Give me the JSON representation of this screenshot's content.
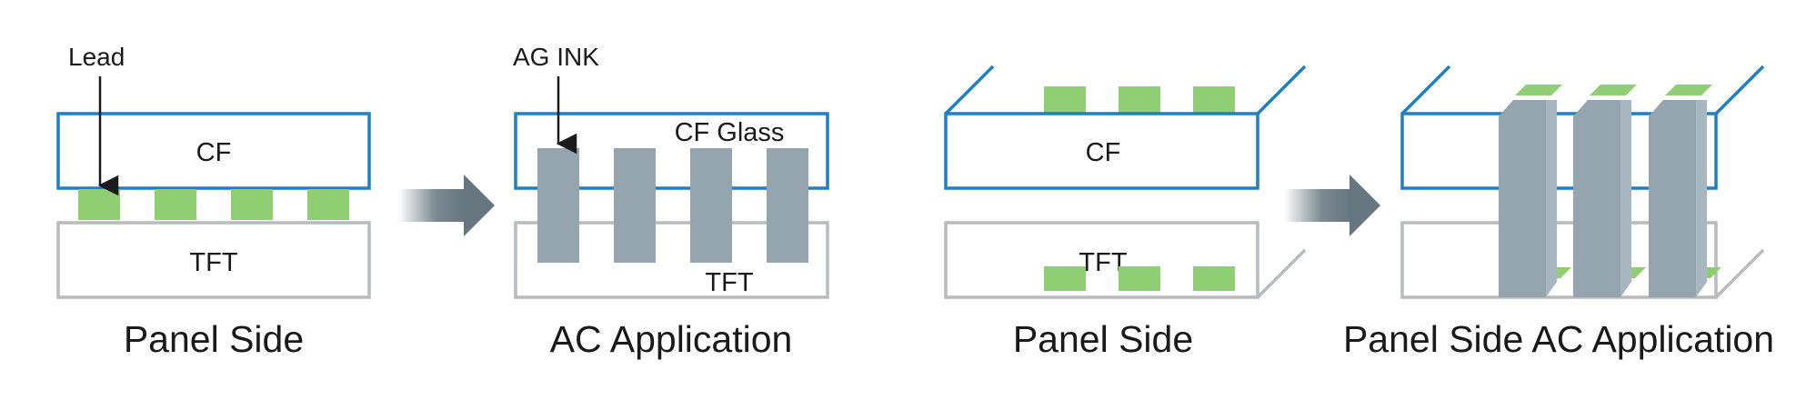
{
  "colors": {
    "cf_border": "#1f7fc1",
    "tft_border": "#b7bbbe",
    "lead_fill": "#8fce72",
    "ink_fill": "#94a5b0",
    "arrow_fill": "#65767f",
    "text": "#1a1a1a"
  },
  "panels": [
    {
      "caption": "Panel Side",
      "cf_label": "CF",
      "tft_label": "TFT",
      "callout": "Lead"
    },
    {
      "caption": "AC Application",
      "cf_label": "CF Glass",
      "tft_label": "TFT",
      "callout": "AG INK"
    },
    {
      "caption": "Panel Side",
      "cf_label": "CF",
      "tft_label": "TFT"
    },
    {
      "caption": "Panel Side AC Application"
    }
  ],
  "icons": {
    "process_arrow": "right-process-arrow-icon",
    "callout_arrow": "down-pointer-icon"
  }
}
